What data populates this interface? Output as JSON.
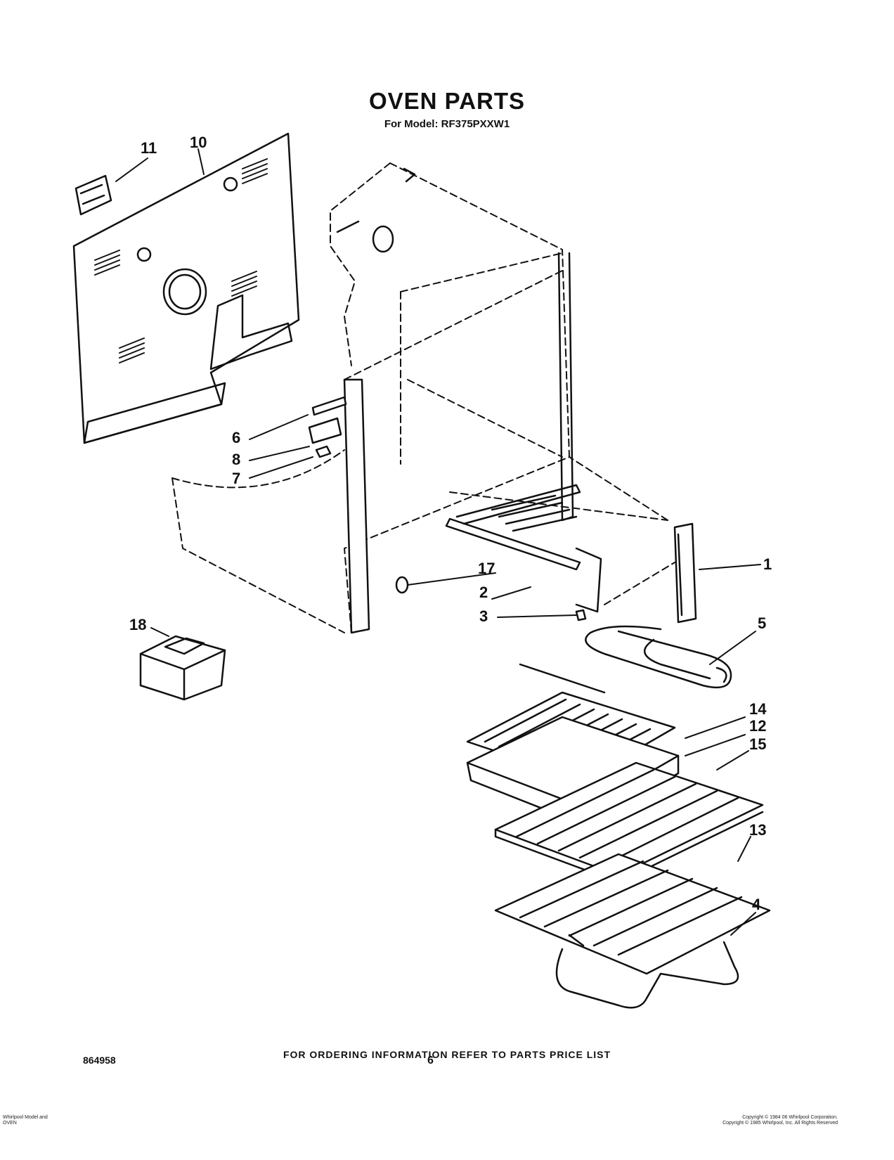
{
  "header": {
    "title": "OVEN PARTS",
    "model_line": "For Model: RF375PXXW1"
  },
  "callouts": [
    "1",
    "2",
    "3",
    "4",
    "5",
    "6",
    "7",
    "8",
    "10",
    "11",
    "12",
    "13",
    "14",
    "15",
    "17",
    "18"
  ],
  "footer": {
    "ordering_note": "FOR ORDERING INFORMATION REFER TO PARTS PRICE LIST",
    "doc_number": "864958",
    "page_number": "6",
    "left_small": [
      "Whirlpool Model and",
      "OVEN"
    ],
    "right_small": [
      "Copyright © 1984 06 Whirlpool Corporation.",
      "Copyright © 1985 Whirlpool, Inc. All Rights Reserved"
    ]
  }
}
